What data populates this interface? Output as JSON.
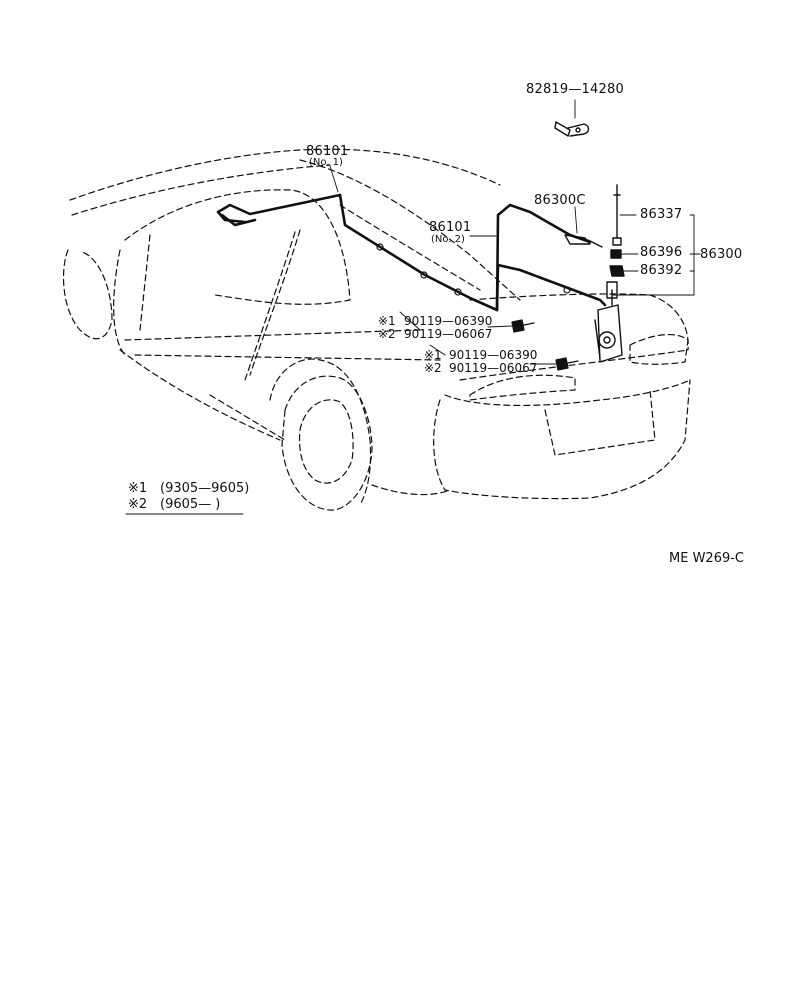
{
  "parts": {
    "p82819": "82819—14280",
    "p86101_1": "86101",
    "p86101_1_sub": "(No. 1)",
    "p86101_2": "86101",
    "p86101_2_sub": "(No. 2)",
    "p86300c": "86300C",
    "p86337": "86337",
    "p86396": "86396",
    "p86392": "86392",
    "p86300": "86300"
  },
  "bolt_notes": {
    "a1_mark": "※1",
    "a1_code": "90119—06390",
    "a2_mark": "※2",
    "a2_code": "90119—06067",
    "b1_mark": "※1",
    "b1_code": "90119—06390",
    "b2_mark": "※2",
    "b2_code": "90119—06067"
  },
  "legend": {
    "row1_mark": "※1",
    "row1_text": "(9305—9605)",
    "row2_mark": "※2",
    "row2_text": "(9605—       )"
  },
  "reference": "ME  W269-C"
}
